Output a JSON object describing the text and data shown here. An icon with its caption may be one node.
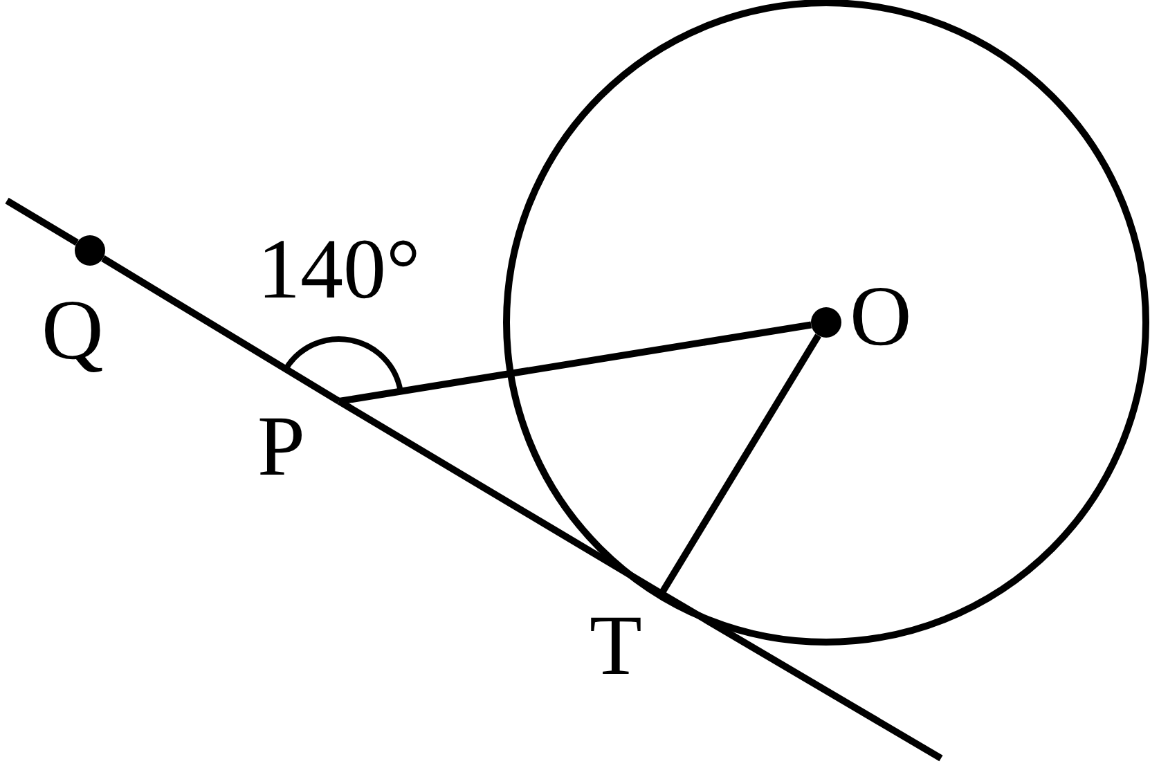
{
  "diagram": {
    "nodes": [
      {
        "text": [
          "Q"
        ]
      },
      {
        "text": [
          "P"
        ]
      },
      {
        "text": [
          "T"
        ]
      },
      {
        "text": [
          "O"
        ]
      }
    ],
    "edges": [
      {
        "from": 0,
        "to": 1,
        "arrow": "none"
      },
      {
        "from": 1,
        "to": 2,
        "arrow": "none"
      },
      {
        "from": 1,
        "to": 3,
        "arrow": "none"
      },
      {
        "from": 2,
        "to": 3,
        "arrow": "none"
      }
    ],
    "labels": [
      "140°"
    ]
  }
}
